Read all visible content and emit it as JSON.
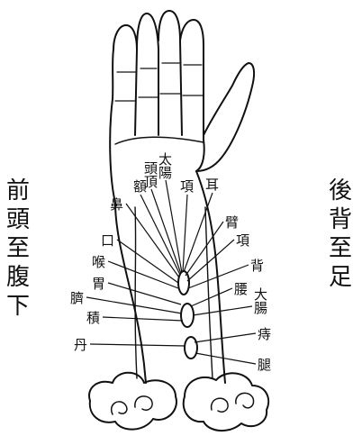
{
  "left_caption": "前頭至腹下",
  "right_caption": "後背至足",
  "point_labels": [
    {
      "text": "耳",
      "side": "top"
    },
    {
      "text": "項",
      "side": "top"
    },
    {
      "text": "太陽",
      "side": "top"
    },
    {
      "text": "頭頂",
      "side": "top"
    },
    {
      "text": "額",
      "side": "top"
    },
    {
      "text": "鼻",
      "side": "left"
    },
    {
      "text": "口",
      "side": "left"
    },
    {
      "text": "喉",
      "side": "left"
    },
    {
      "text": "胃",
      "side": "left"
    },
    {
      "text": "臍",
      "side": "left"
    },
    {
      "text": "積",
      "side": "left"
    },
    {
      "text": "丹",
      "side": "left"
    },
    {
      "text": "臂",
      "side": "right"
    },
    {
      "text": "項",
      "side": "right"
    },
    {
      "text": "背",
      "side": "right"
    },
    {
      "text": "腰",
      "side": "right"
    },
    {
      "text": "大腸",
      "side": "right"
    },
    {
      "text": "痔",
      "side": "right"
    },
    {
      "text": "腿",
      "side": "right"
    }
  ]
}
